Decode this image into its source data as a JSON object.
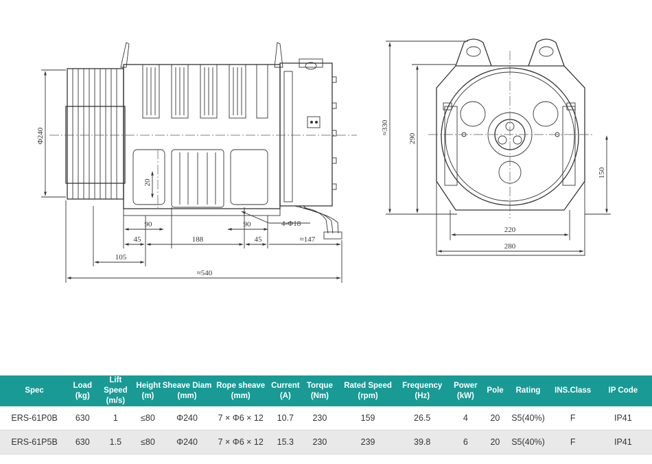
{
  "drawing": {
    "side_view": {
      "phi240": "Φ240",
      "h20": "20",
      "w90_left": "90",
      "w90_right": "90",
      "holes": "4-Φ18",
      "w45_left": "45",
      "w188": "188",
      "w45_right": "45",
      "approx147": "≈147",
      "w105": "105",
      "approx540": "≈540"
    },
    "front_view": {
      "approx330": "≈330",
      "h290": "290",
      "h150": "150",
      "w220": "220",
      "w280": "280"
    }
  },
  "table": {
    "headers": [
      {
        "line1": "Spec",
        "line2": ""
      },
      {
        "line1": "Load",
        "line2": "(kg)"
      },
      {
        "line1": "Lift Speed",
        "line2": "(m/s)"
      },
      {
        "line1": "Height",
        "line2": "(m)"
      },
      {
        "line1": "Sheave Diam",
        "line2": "(mm)"
      },
      {
        "line1": "Rope sheave",
        "line2": "(mm)"
      },
      {
        "line1": "Current",
        "line2": "(A)"
      },
      {
        "line1": "Torque",
        "line2": "(Nm)"
      },
      {
        "line1": "Rated Speed",
        "line2": "(rpm)"
      },
      {
        "line1": "Frequency",
        "line2": "(Hz)"
      },
      {
        "line1": "Power",
        "line2": "(kW)"
      },
      {
        "line1": "Pole",
        "line2": ""
      },
      {
        "line1": "Rating",
        "line2": ""
      },
      {
        "line1": "INS.Class",
        "line2": ""
      },
      {
        "line1": "IP Code",
        "line2": ""
      }
    ],
    "rows": [
      [
        "ERS-61P0B",
        "630",
        "1",
        "≤80",
        "Φ240",
        "7 × Φ6 × 12",
        "10.7",
        "230",
        "159",
        "26.5",
        "4",
        "20",
        "S5(40%)",
        "F",
        "IP41"
      ],
      [
        "ERS-61P5B",
        "630",
        "1.5",
        "≤80",
        "Φ240",
        "7 × Φ6 × 12",
        "15.3",
        "230",
        "239",
        "39.8",
        "6",
        "20",
        "S5(40%)",
        "F",
        "IP41"
      ]
    ]
  },
  "colors": {
    "header_bg": "#1a9a94",
    "row_alt_bg": "#e9e9e9",
    "line": "#333333"
  }
}
